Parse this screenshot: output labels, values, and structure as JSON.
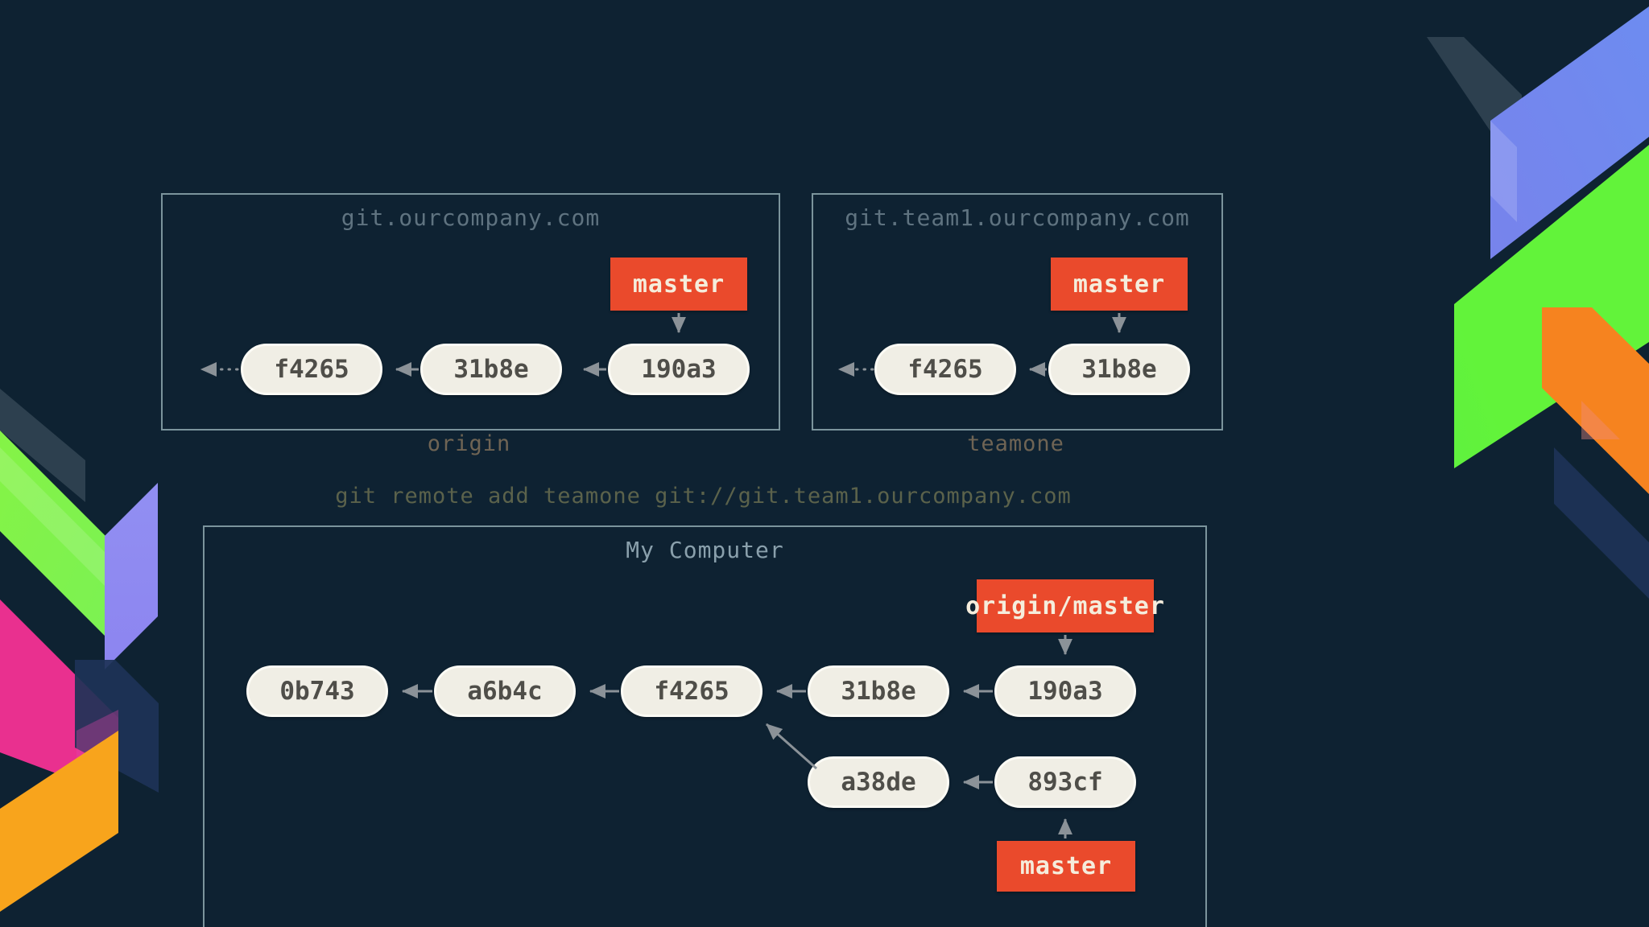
{
  "diagram": {
    "command": "git remote add teamone git://git.team1.ourcompany.com",
    "remotes": [
      {
        "title": "git.ourcompany.com",
        "label": "origin",
        "branch": "master",
        "commits": [
          "f4265",
          "31b8e",
          "190a3"
        ]
      },
      {
        "title": "git.team1.ourcompany.com",
        "label": "teamone",
        "branch": "master",
        "commits": [
          "f4265",
          "31b8e"
        ]
      }
    ],
    "local": {
      "title": "My Computer",
      "remote_ref": "origin/master",
      "branch": "master",
      "main_commits": [
        "0b743",
        "a6b4c",
        "f4265",
        "31b8e",
        "190a3"
      ],
      "branch_commits": [
        "a38de",
        "893cf"
      ]
    },
    "colors": {
      "background": "#0e2232",
      "accent_orange": "#ea4a2c",
      "node_fill": "#f0eee5",
      "frame_border": "#7b949c",
      "arrow": "#8b9298"
    }
  }
}
